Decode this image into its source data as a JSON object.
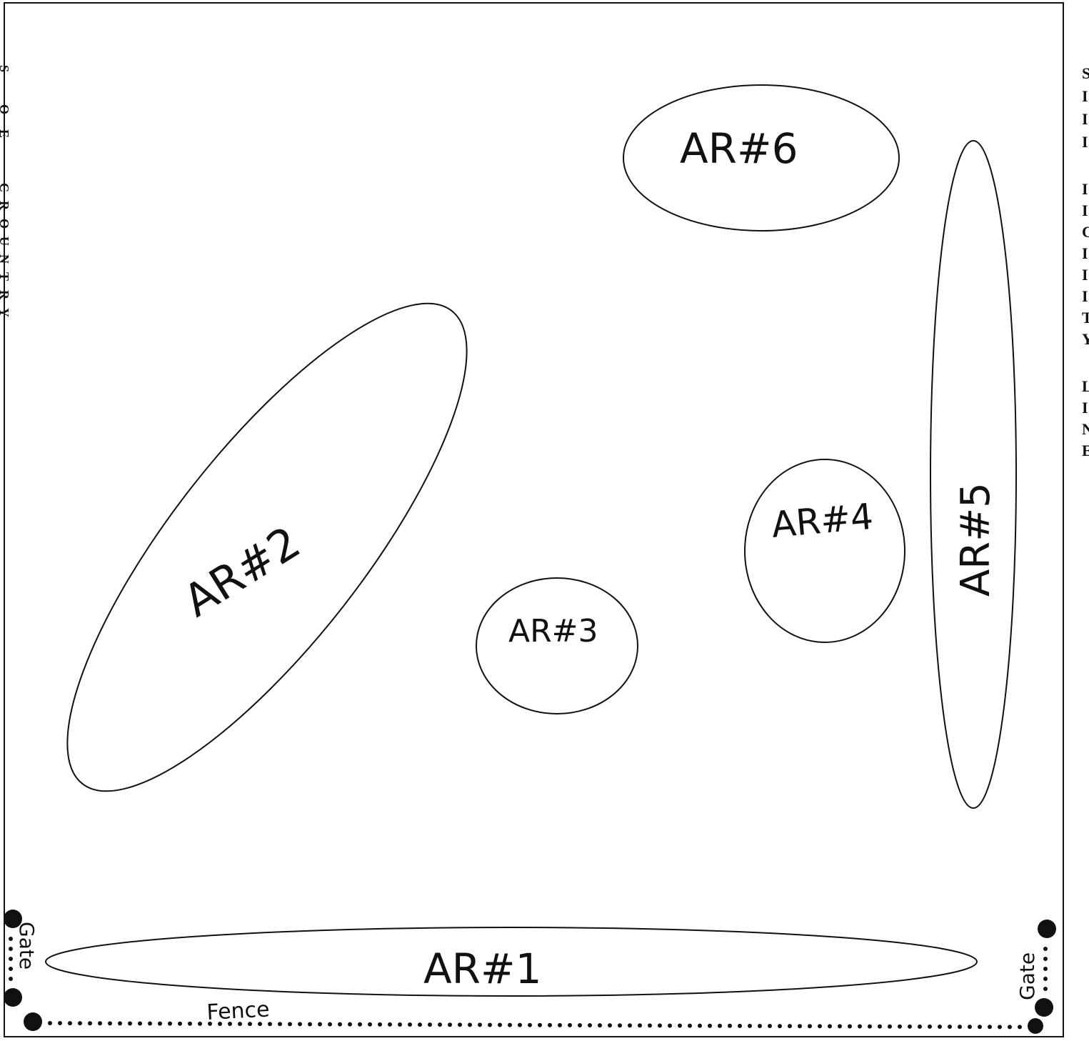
{
  "areas": [
    {
      "id": "ar1",
      "label": "AR#1"
    },
    {
      "id": "ar2",
      "label": "AR#2"
    },
    {
      "id": "ar3",
      "label": "AR#3"
    },
    {
      "id": "ar4",
      "label": "AR#4"
    },
    {
      "id": "ar5",
      "label": "AR#5"
    },
    {
      "id": "ar6",
      "label": "AR#6"
    }
  ],
  "labels": {
    "fence": "Fence",
    "gate_left": "Gate",
    "gate_right": "Gate"
  },
  "right_margin_letters": [
    "S",
    "I",
    "I",
    "I",
    "",
    "I",
    "I",
    "C",
    "I",
    "I",
    "I",
    "T",
    "Y",
    "",
    "L",
    "I",
    "N",
    "E"
  ],
  "left_margin_letters": [
    "S",
    "O",
    "E",
    "",
    "C",
    "R",
    "O",
    "U",
    "N",
    "T",
    "R",
    "Y",
    ""
  ]
}
